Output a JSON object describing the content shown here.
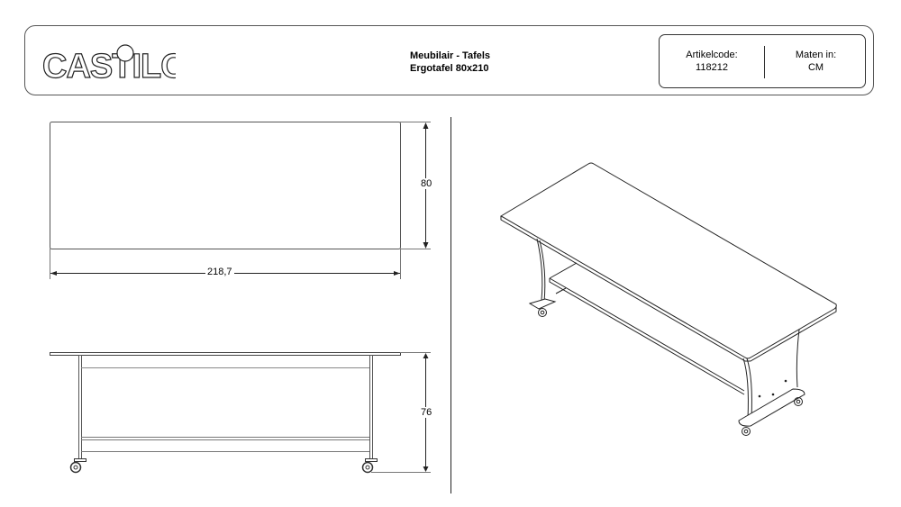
{
  "header": {
    "logo_text": "CASTILO",
    "category": "Meubilair - Tafels",
    "product": "Ergotafel 80x210",
    "article_code_label": "Artikelcode:",
    "article_code": "118212",
    "units_label": "Maten in:",
    "units": "CM"
  },
  "dimensions": {
    "top_depth": "80",
    "top_length": "218,7",
    "side_height": "76"
  }
}
